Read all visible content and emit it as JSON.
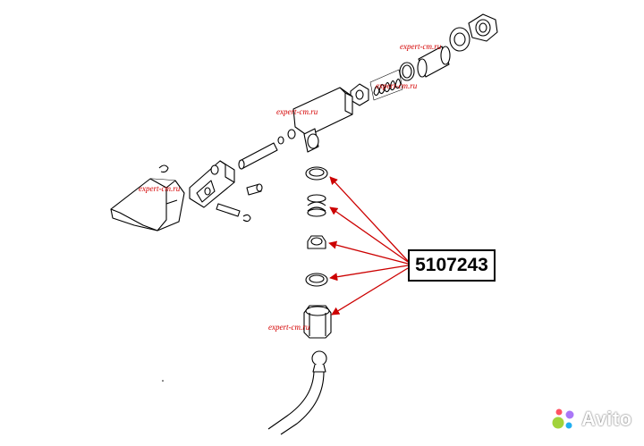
{
  "diagram": {
    "part_number": "5107243",
    "watermarks": [
      "expert-cm.ru",
      "expert-cm.ru",
      "expert-cm.ru",
      "expert-cm.ru",
      "expert-cm.ru"
    ],
    "watermark_color": "#d40000",
    "arrow_color": "#cc0000",
    "line_color": "#000000"
  },
  "branding": {
    "logo_text": "Avito",
    "logo_dot_colors": [
      "#97cf26",
      "#0aa7f0",
      "#ff4053",
      "#a169f7"
    ]
  }
}
